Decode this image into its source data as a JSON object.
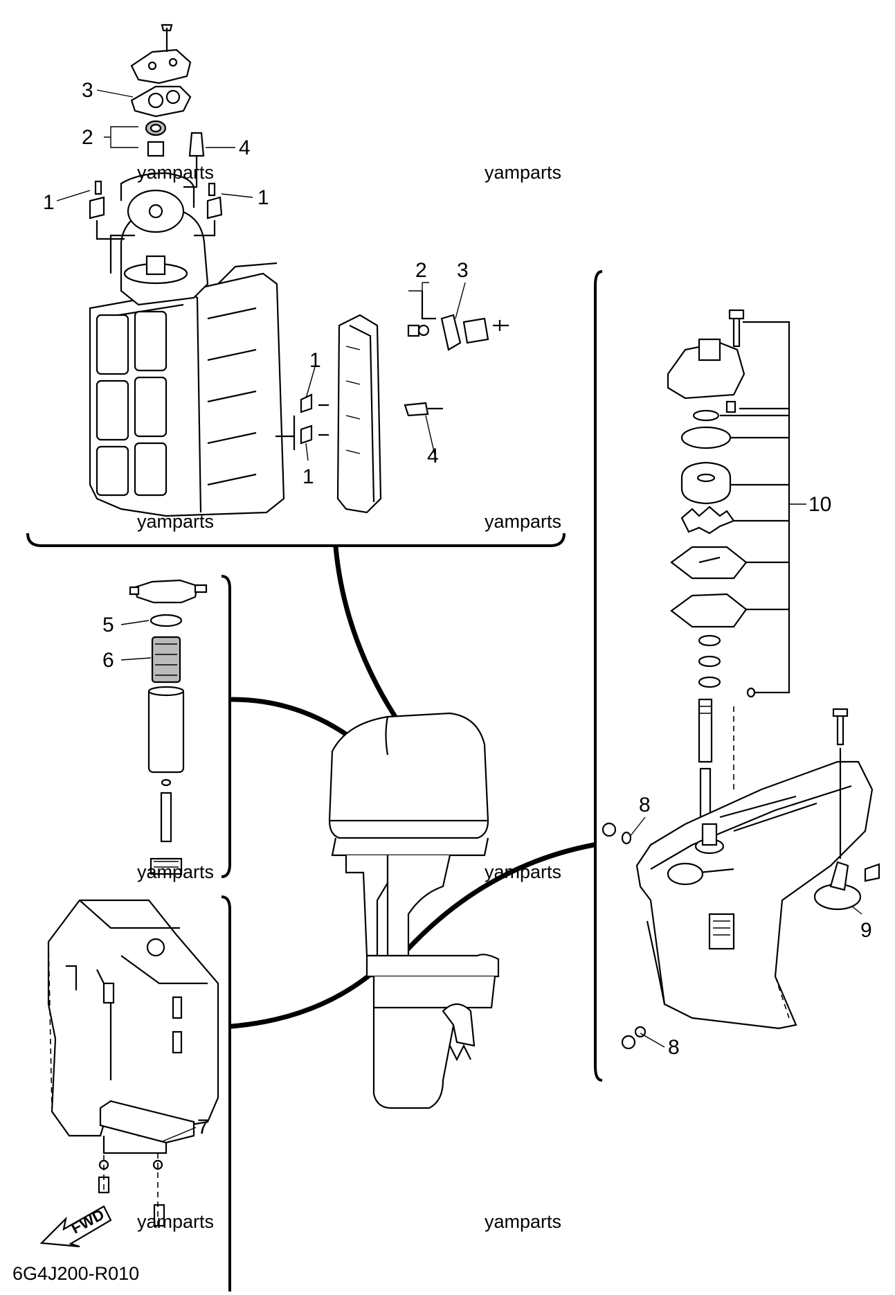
{
  "watermark": "yamparts",
  "diagram_code": "6G4J200-R010",
  "fwd_label": "FWD",
  "callouts": {
    "c1a": "1",
    "c1b": "1",
    "c1c": "1",
    "c1d": "1",
    "c2a": "2",
    "c2b": "2",
    "c3a": "3",
    "c3b": "3",
    "c4a": "4",
    "c4b": "4",
    "c5": "5",
    "c6": "6",
    "c7": "7",
    "c8a": "8",
    "c8b": "8",
    "c9": "9",
    "c10": "10"
  }
}
